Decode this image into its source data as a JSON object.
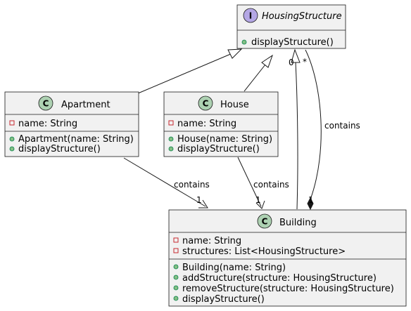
{
  "colors": {
    "class_fill": "#f1f1f1",
    "border": "#181818",
    "class_badge": "#add1b2",
    "interface_badge": "#b4a7e5",
    "private_marker": "#c82930",
    "public_marker": "#84be84"
  },
  "icons": {
    "class_badge": "class-badge-icon",
    "interface_badge": "interface-badge-icon",
    "private_marker": "private-square-icon",
    "public_marker": "public-circle-icon"
  },
  "interface": {
    "badge": "I",
    "name": "HousingStructure",
    "methods": [
      "displayStructure()"
    ]
  },
  "apartment": {
    "badge": "C",
    "name": "Apartment",
    "fields": [
      "name: String"
    ],
    "methods": [
      "Apartment(name: String)",
      "displayStructure()"
    ]
  },
  "house": {
    "badge": "C",
    "name": "House",
    "fields": [
      "name: String"
    ],
    "methods": [
      "House(name: String)",
      "displayStructure()"
    ]
  },
  "building": {
    "badge": "C",
    "name": "Building",
    "fields": [
      "name: String",
      "structures: List<HousingStructure>"
    ],
    "methods": [
      "Building(name: String)",
      "addStructure(structure: HousingStructure)",
      "removeStructure(structure: HousingStructure)",
      "displayStructure()"
    ]
  },
  "relations": {
    "apartment_building": {
      "label": "contains",
      "multiplicity": "1"
    },
    "house_building": {
      "label": "contains",
      "multiplicity": "1"
    },
    "building_interface": {
      "label": "contains",
      "source_multiplicity": "1",
      "target_multiplicity": "*",
      "target_multiplicity_2": "0"
    }
  }
}
